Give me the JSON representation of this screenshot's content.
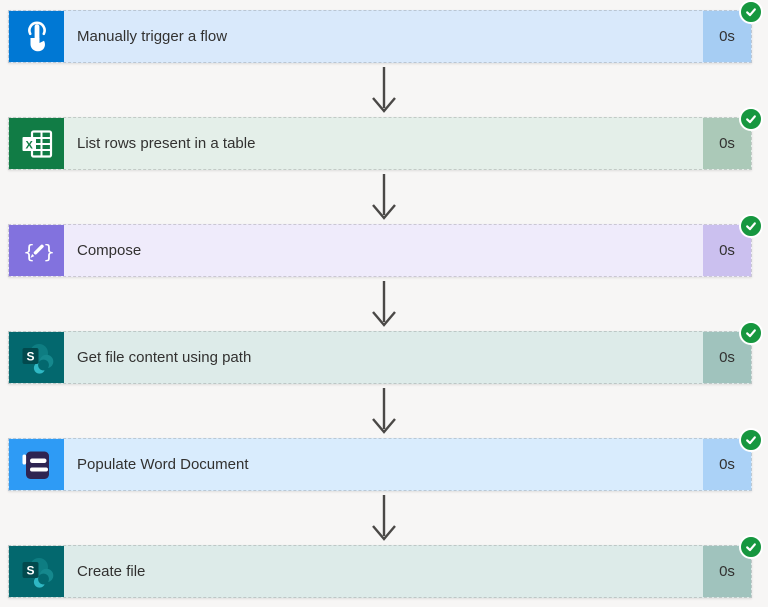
{
  "flow": {
    "background": "#f7f6f5",
    "arrow_color": "#4a4846",
    "text_color": "#323130",
    "status": {
      "icon": "check-circle-icon",
      "state": "Succeeded",
      "color": "#16973f",
      "ring_color": "#ffffff"
    },
    "steps": [
      {
        "label": "Manually trigger a flow",
        "duration": "0s",
        "icon": "hand-tap-icon",
        "colors": {
          "icon_bg": "#0078d4",
          "body": "#d9e9fb",
          "duration_bg": "#a6cdf3"
        }
      },
      {
        "label": "List rows present in a table",
        "duration": "0s",
        "icon": "excel-icon",
        "colors": {
          "icon_bg": "#117c45",
          "body": "#e4efe9",
          "duration_bg": "#abc9b8"
        }
      },
      {
        "label": "Compose",
        "duration": "0s",
        "icon": "compose-icon",
        "colors": {
          "icon_bg": "#8272de",
          "body": "#efebfb",
          "duration_bg": "#cbc0ef"
        }
      },
      {
        "label": "Get file content using path",
        "duration": "0s",
        "icon": "sharepoint-icon",
        "colors": {
          "icon_bg": "#03686e",
          "body": "#ddebe9",
          "duration_bg": "#a0c3bd"
        }
      },
      {
        "label": "Populate Word Document",
        "duration": "0s",
        "icon": "word-populate-icon",
        "colors": {
          "icon_bg": "#2e9bf5",
          "body": "#d9ecfd",
          "duration_bg": "#abd2f7"
        }
      },
      {
        "label": "Create file",
        "duration": "0s",
        "icon": "sharepoint-icon",
        "colors": {
          "icon_bg": "#03686e",
          "body": "#ddebe9",
          "duration_bg": "#a0c3bd"
        }
      }
    ]
  }
}
